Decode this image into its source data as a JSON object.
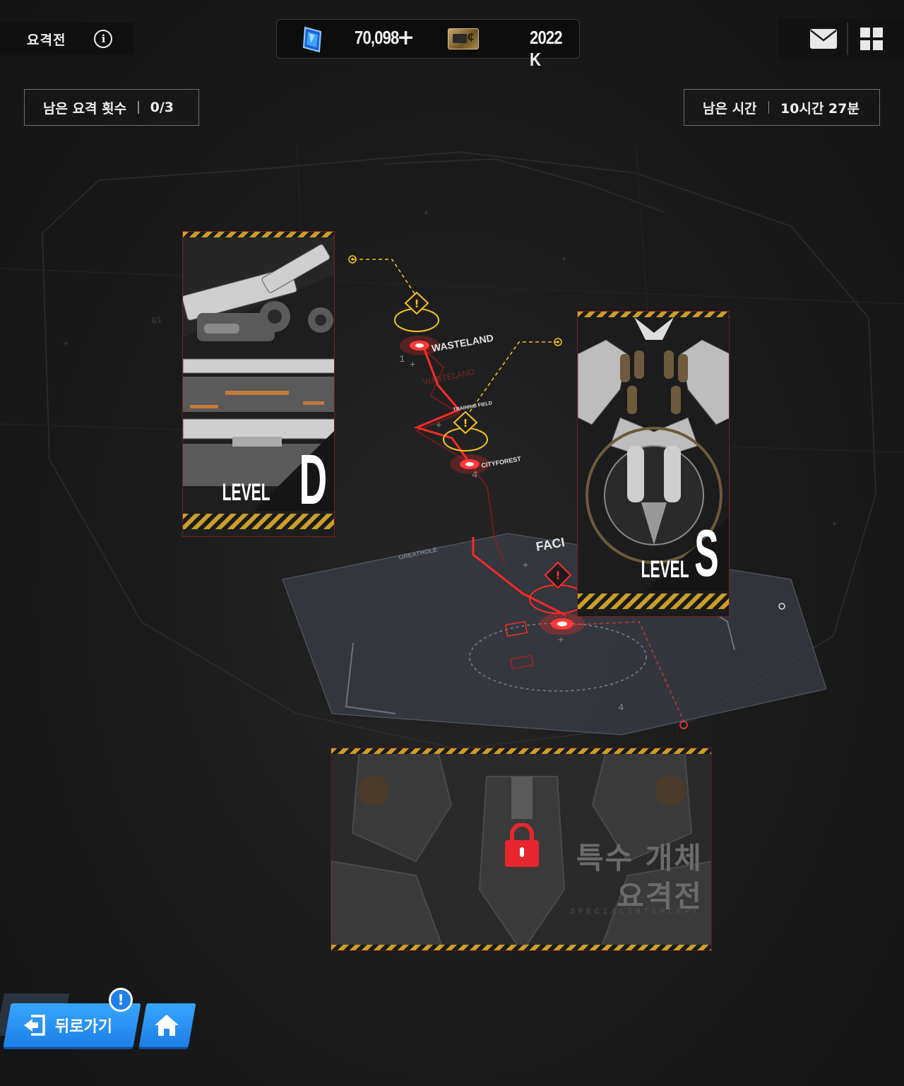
{
  "header": {
    "title": "요격전",
    "info_icon": "info-icon"
  },
  "currency": {
    "gem_value": "70,098",
    "gem_plus": "+",
    "credit_value": "2022 K"
  },
  "status": {
    "attempts_label": "남은 요격 횟수",
    "attempts_value": "0/3",
    "time_label": "남은 시간",
    "time_value": "10시간 27분"
  },
  "map": {
    "locations": [
      "WASTELAND",
      "TRAINING FIELD",
      "CITYFOREST",
      "GREATHOLE",
      "FACI"
    ],
    "route_color": "#ff2a2a",
    "warning_color": "#f5c518"
  },
  "cards": {
    "left": {
      "level_word": "LEVEL",
      "level_letter": "D"
    },
    "right": {
      "level_word": "LEVEL",
      "level_letter": "S"
    }
  },
  "special": {
    "title_line1": "특수 개체",
    "title_line2": "요격전",
    "subtitle": "SPECIALINTERCEPT",
    "locked": true
  },
  "nav": {
    "back_label": "뒤로가기",
    "alert_mark": "!"
  },
  "colors": {
    "accent_blue": "#2b93f5",
    "hazard_yellow": "#c99e2a",
    "lock_red": "#e8262f"
  }
}
